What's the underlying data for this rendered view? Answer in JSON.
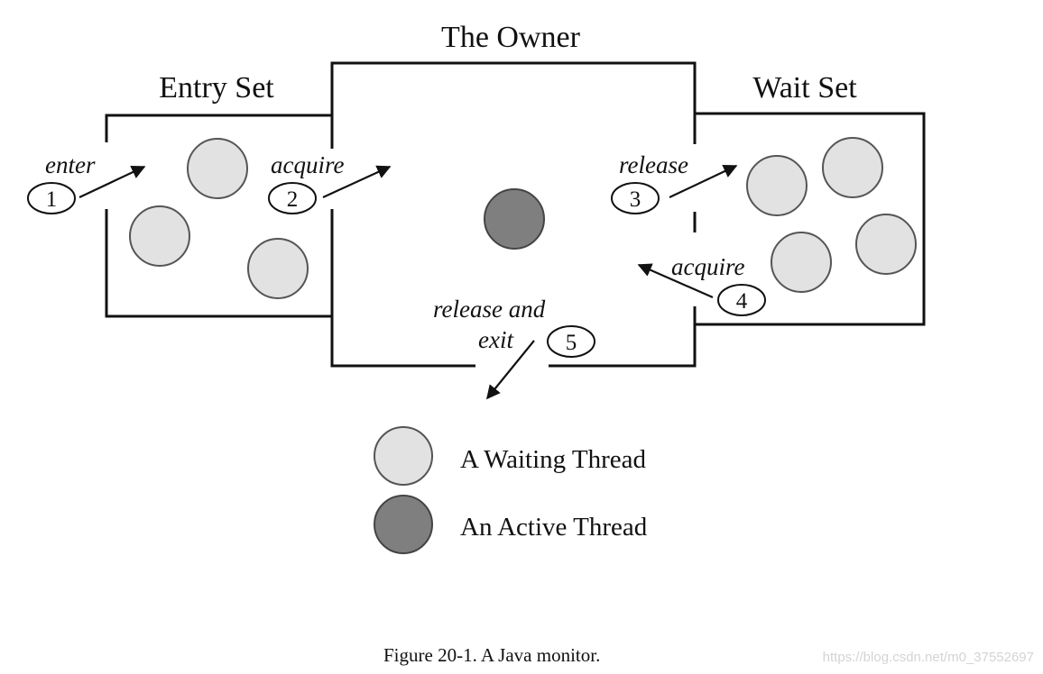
{
  "labels": {
    "owner": "The Owner",
    "entry_set": "Entry Set",
    "wait_set": "Wait Set"
  },
  "steps": [
    {
      "num": "1",
      "label": "enter"
    },
    {
      "num": "2",
      "label": "acquire"
    },
    {
      "num": "3",
      "label": "release"
    },
    {
      "num": "4",
      "label": "acquire"
    },
    {
      "num": "5",
      "label_line1": "release and",
      "label_line2": "exit"
    }
  ],
  "legend": {
    "waiting": "A Waiting Thread",
    "active": "An Active Thread"
  },
  "caption": "Figure 20-1. A Java monitor.",
  "watermark": "https://blog.csdn.net/m0_37552697",
  "colors": {
    "waiting_fill": "#e2e2e2",
    "active_fill": "#7f7f7f",
    "line": "#111111"
  }
}
